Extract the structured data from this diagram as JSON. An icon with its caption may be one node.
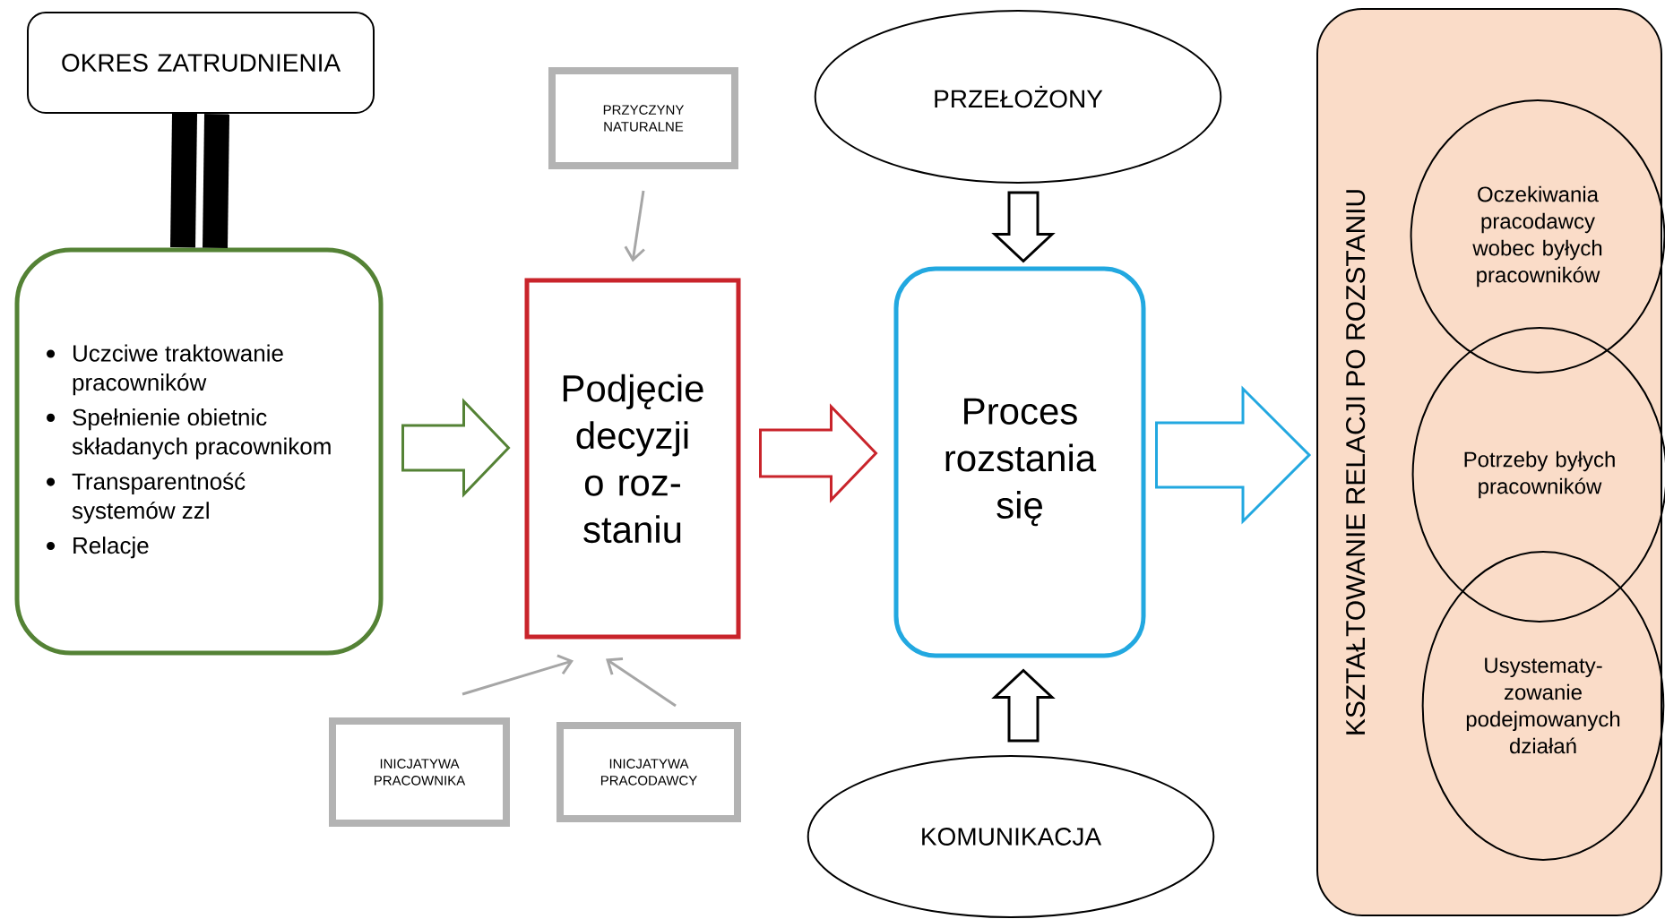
{
  "diagram": {
    "nodes": [
      {
        "text": [
          "OKRES ZATRUDNIENIA"
        ]
      },
      {
        "text": [
          "Uczciwe traktowanie pracowników",
          "Spełnienie obietnic składanych pracownikom",
          "Transparentność systemów zzl",
          "Relacje"
        ]
      },
      {
        "text": [
          "PRZYCZYNY NATURALNE"
        ]
      },
      {
        "text": [
          "Podjęcie decyzji o roz- staniu"
        ]
      },
      {
        "text": [
          "INICJATYWA PRACOWNIKA"
        ]
      },
      {
        "text": [
          "INICJATYWA PRACODAWCY"
        ]
      },
      {
        "text": [
          "PRZEŁOŻONY"
        ]
      },
      {
        "text": [
          "Proces rozstania się"
        ]
      },
      {
        "text": [
          "KOMUNIKACJA"
        ]
      },
      {
        "text": [
          "KSZTAŁTOWANIE RELACJI PO ROZSTANIU"
        ]
      },
      {
        "text": [
          "Oczekiwania pracodawcy wobec byłych pracowników"
        ],
        "in": 9
      },
      {
        "text": [
          "Potrzeby byłych pracowników"
        ],
        "in": 9
      },
      {
        "text": [
          "Usystematy- zowanie podejmowanych działań"
        ],
        "in": 9
      }
    ],
    "edges": [
      {
        "from": 0,
        "to": 1,
        "arrow": "none",
        "style": "thick",
        "color": "#000000"
      },
      {
        "from": 1,
        "to": 3,
        "arrow": "to",
        "style": "thick",
        "color": "#548235"
      },
      {
        "from": 2,
        "to": 3,
        "arrow": "to",
        "color": "#a6a6a6"
      },
      {
        "from": 4,
        "to": 3,
        "arrow": "to",
        "color": "#a6a6a6"
      },
      {
        "from": 5,
        "to": 3,
        "arrow": "to",
        "color": "#a6a6a6"
      },
      {
        "from": 3,
        "to": 7,
        "arrow": "to",
        "style": "thick",
        "color": "#c9242b"
      },
      {
        "from": 6,
        "to": 7,
        "arrow": "to",
        "style": "thick",
        "color": "#000000"
      },
      {
        "from": 8,
        "to": 7,
        "arrow": "to",
        "style": "thick",
        "color": "#000000"
      },
      {
        "from": 7,
        "to": 9,
        "arrow": "to",
        "style": "thick",
        "color": "#22a8e0"
      }
    ]
  }
}
